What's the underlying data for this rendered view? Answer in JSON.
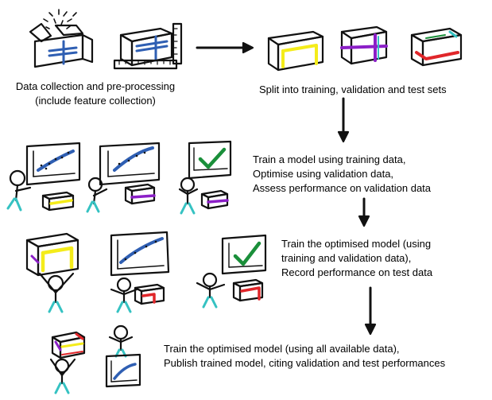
{
  "captions": {
    "step1": [
      "Data collection and pre-processing",
      "(include feature collection)"
    ],
    "step2": [
      "Split into training, validation and test sets"
    ],
    "step3": [
      "Train a model using training data,",
      "Optimise using validation data,",
      "Assess performance on validation data"
    ],
    "step4": [
      "Train the optimised model (using",
      "training and validation data),",
      "Record performance on test data"
    ],
    "step5": [
      "Train the optimised model (using all available data),",
      "Publish trained model, citing validation and test performances"
    ]
  },
  "colors": {
    "ink": "#111111",
    "data_blue": "#2f5fb3",
    "training_yellow": "#f4ec1a",
    "validation_purple": "#8b1fc7",
    "test_red": "#e0262a",
    "people_teal": "#35c2c2",
    "check_green": "#1a8f3a"
  },
  "icons": [
    "open-box-icon",
    "closed-box-icon",
    "ruler-icon",
    "training-box-icon",
    "validation-box-icon",
    "test-box-icon",
    "plot-board-icon",
    "checkmark-board-icon",
    "person-icon",
    "arrow-icon"
  ]
}
